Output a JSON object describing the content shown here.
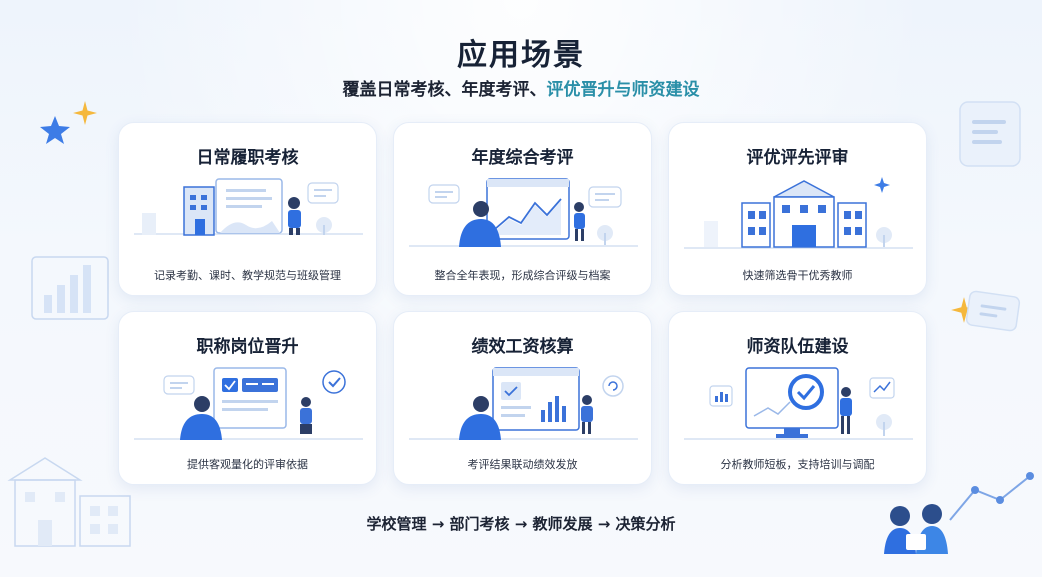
{
  "header": {
    "title": "应用场景",
    "subtitle_part1": "覆盖日常考核、年度考评、",
    "subtitle_part2": "评优晋升与师资建设"
  },
  "colors": {
    "accent_blue": "#2f6fe0",
    "teal_highlight": "#2a8fa8",
    "dark_text": "#172236"
  },
  "cards": [
    {
      "title": "日常履职考核",
      "desc": "记录考勤、课时、教学规范与班级管理",
      "icon": "document-building-person-illustration"
    },
    {
      "title": "年度综合考评",
      "desc": "整合全年表现，形成综合评级与档案",
      "icon": "presentation-chart-illustration"
    },
    {
      "title": "评优评先评审",
      "desc": "快速筛选骨干优秀教师",
      "icon": "school-building-illustration"
    },
    {
      "title": "职称岗位晋升",
      "desc": "提供客观量化的评审依据",
      "icon": "review-board-illustration"
    },
    {
      "title": "绩效工资核算",
      "desc": "考评结果联动绩效发放",
      "icon": "bar-chart-board-illustration"
    },
    {
      "title": "师资队伍建设",
      "desc": "分析教师短板，支持培训与调配",
      "icon": "monitor-check-illustration"
    }
  ],
  "footer": {
    "flow": "学校管理 → 部门考核 → 教师发展 → 决策分析"
  }
}
